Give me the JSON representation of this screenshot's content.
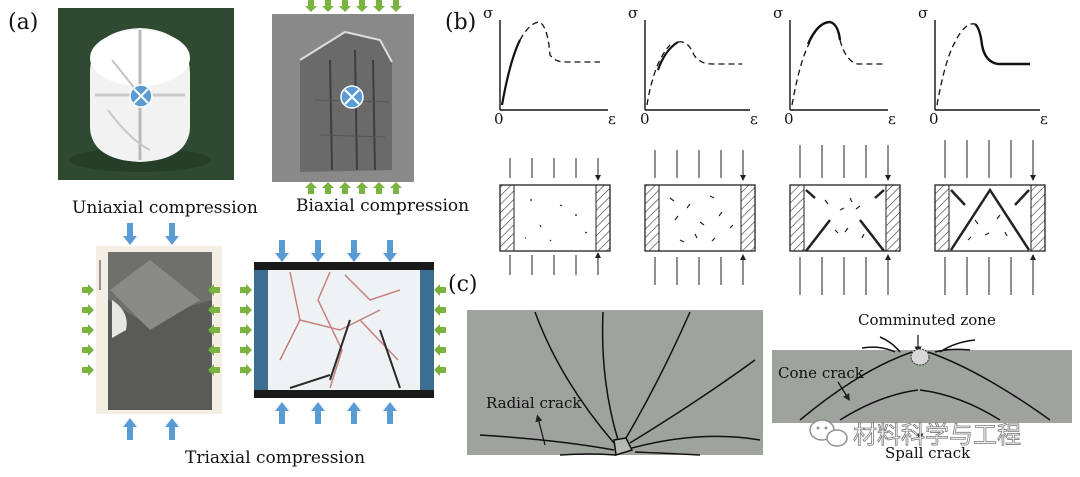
{
  "panels": {
    "a": {
      "label": "(a)",
      "captions": {
        "uniaxial": "Uniaxial compression",
        "biaxial": "Biaxial compression",
        "triaxial": "Triaxial compression"
      }
    },
    "b": {
      "label": "(b)",
      "axis_symbols": {
        "stress": "σ",
        "strain": "ε",
        "origin": "0"
      }
    },
    "c": {
      "label": "(c)",
      "labels": {
        "radial": "Radial crack",
        "comminuted": "Comminuted zone",
        "cone": "Cone crack",
        "spall": "Spall crack"
      }
    }
  },
  "watermark": {
    "text": "材料科学与工程"
  },
  "colors": {
    "arrow_green": "#7bb341",
    "arrow_blue": "#5b9bd5",
    "specimen_gray": "#9ea39d",
    "background_green": "#2f4a30",
    "sem_gray": "#8f8f8f",
    "marker_blue": "#5b9bd5"
  }
}
